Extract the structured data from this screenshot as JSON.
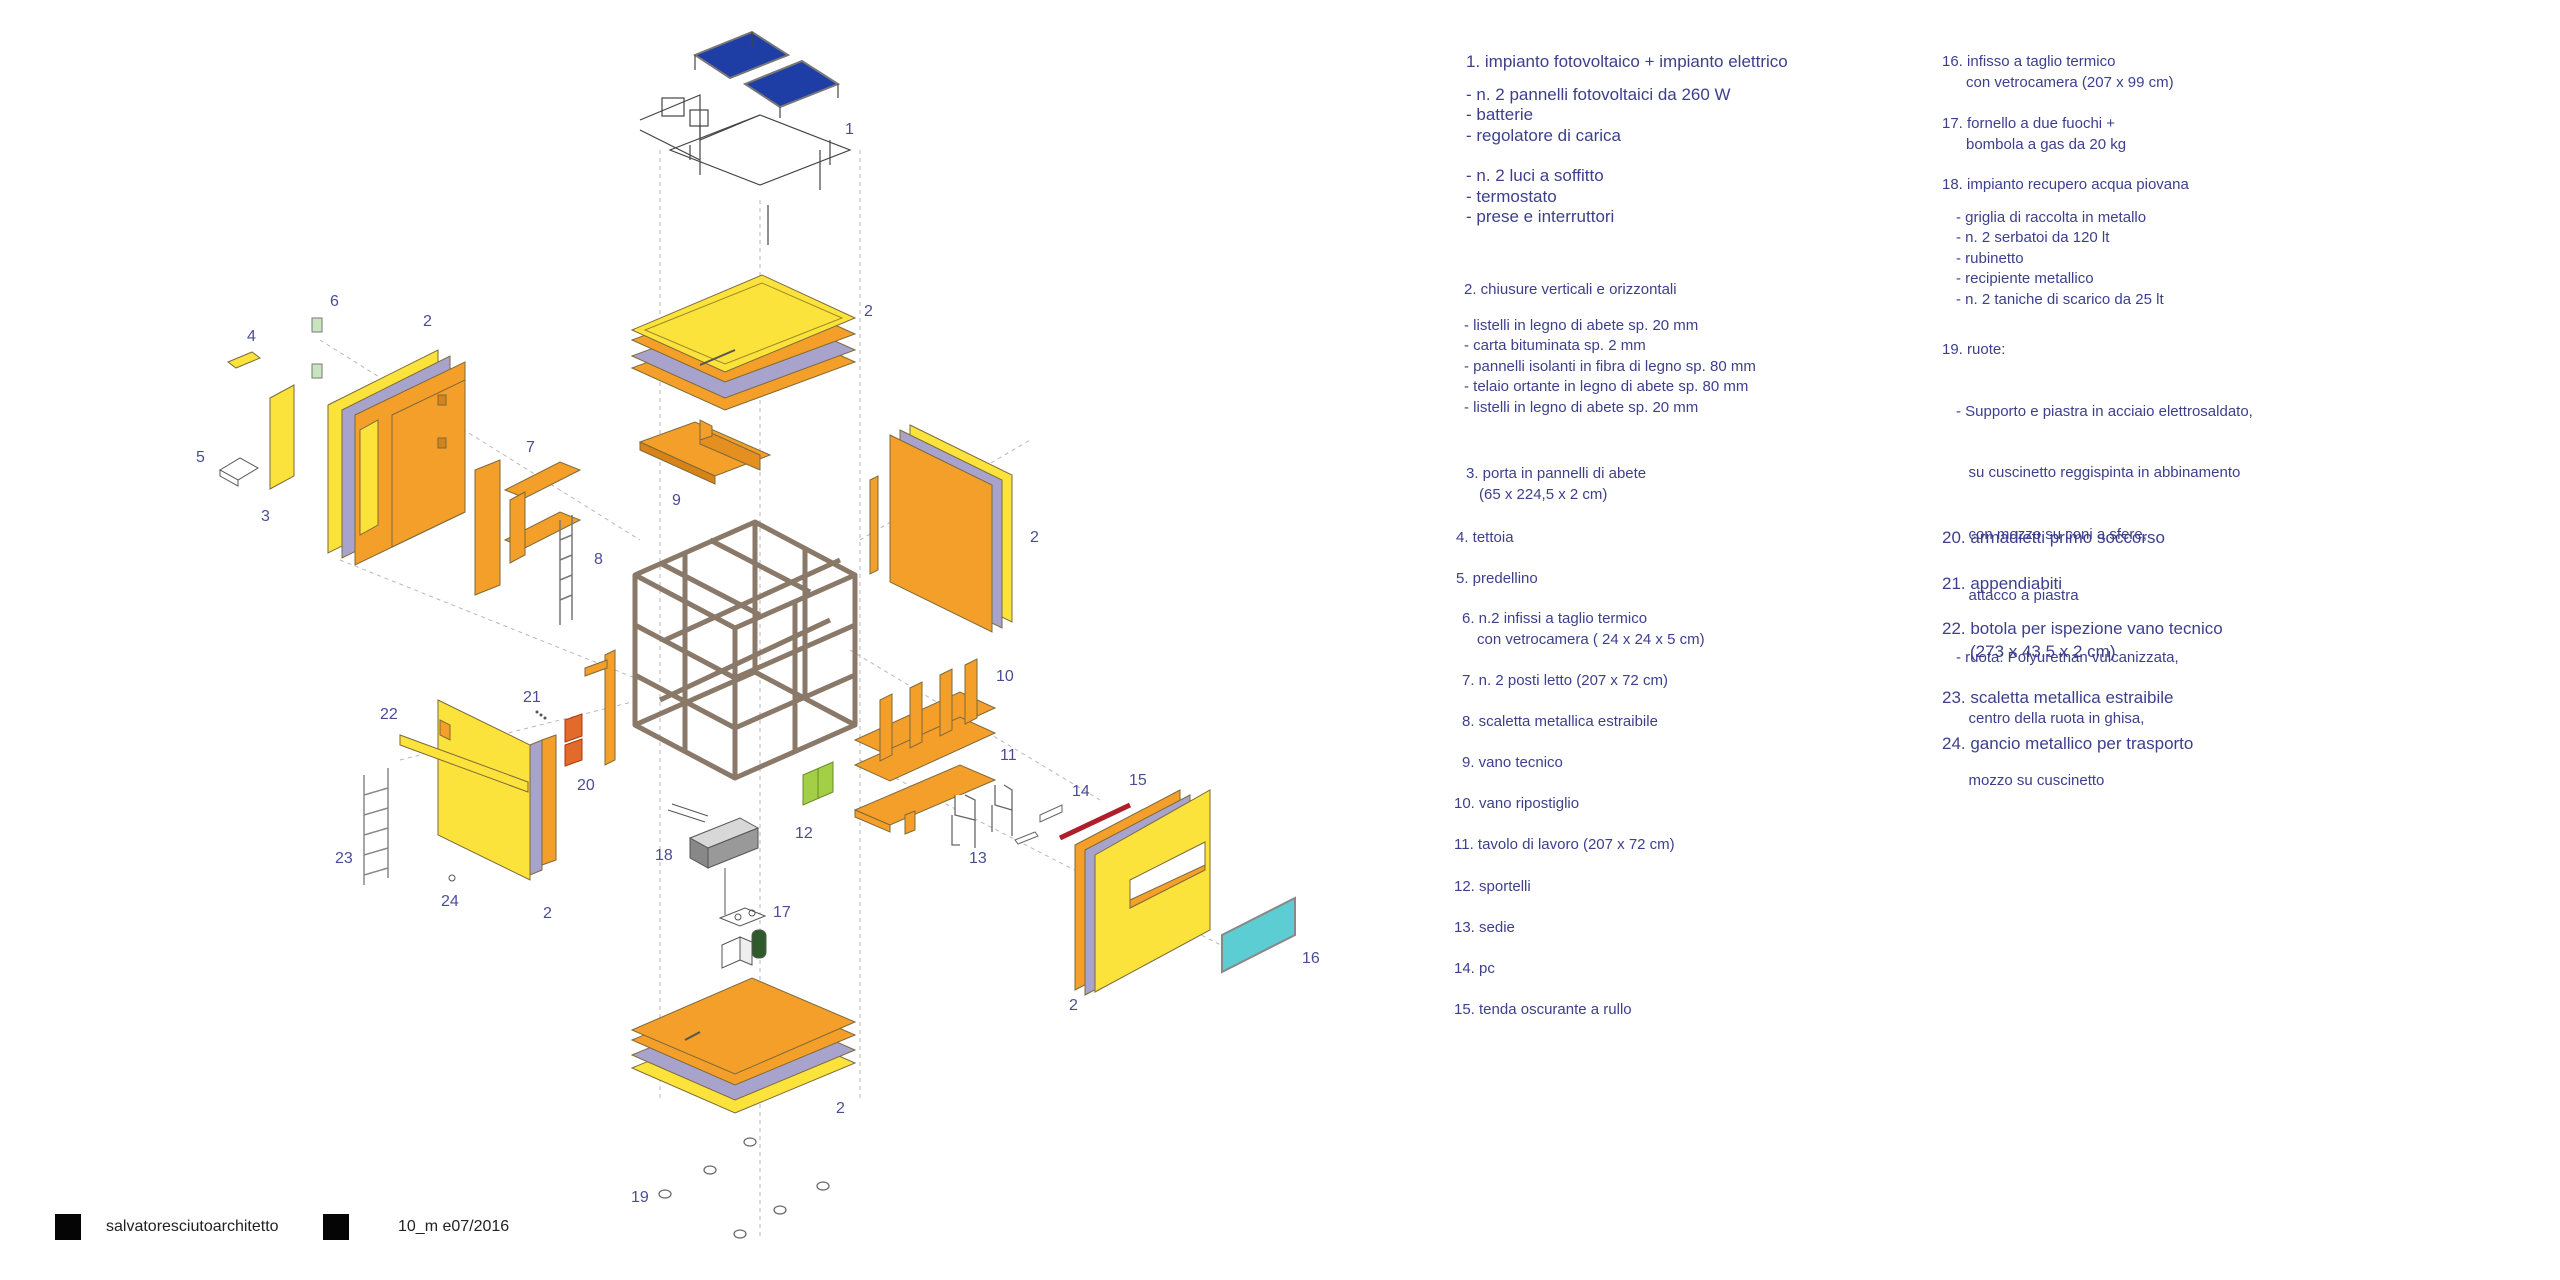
{
  "callouts": {
    "c1": "1",
    "c2a": "2",
    "c2b": "2",
    "c2c": "2",
    "c2d": "2",
    "c2e": "2",
    "c2f": "2",
    "c3": "3",
    "c4": "4",
    "c5": "5",
    "c6": "6",
    "c7": "7",
    "c8": "8",
    "c9": "9",
    "c10": "10",
    "c11": "11",
    "c12": "12",
    "c13": "13",
    "c14": "14",
    "c15": "15",
    "c16": "16",
    "c17": "17",
    "c18": "18",
    "c19": "19",
    "c20": "20",
    "c21": "21",
    "c22": "22",
    "c23": "23",
    "c24": "24"
  },
  "legend_left": [
    {
      "title": "1. impianto fotovoltaico + impianto elettrico",
      "lines": [
        "- n. 2 pannelli fotovoltaici da 260 W",
        "- batterie",
        "- regolatore di carica",
        "",
        "- n. 2 luci a soffitto",
        "- termostato",
        "- prese e interruttori"
      ]
    },
    {
      "title": "2. chiusure verticali e orizzontali",
      "lines": [
        "- listelli in legno di abete sp. 20 mm",
        "- carta bituminata sp. 2 mm",
        "- pannelli isolanti in fibra di legno sp. 80 mm",
        "- telaio ortante in legno di abete sp. 80 mm",
        "- listelli in legno di abete sp. 20 mm"
      ]
    },
    {
      "title": "3. porta in pannelli di abete",
      "lines": [
        "(65 x 224,5 x 2 cm)"
      ]
    },
    {
      "title": "4. tettoia",
      "lines": []
    },
    {
      "title": "5. predellino",
      "lines": []
    },
    {
      "title": "6. n.2 infissi a taglio termico",
      "lines": [
        "con vetrocamera ( 24 x 24 x 5 cm)"
      ]
    },
    {
      "title": "7. n. 2 posti letto (207 x 72 cm)",
      "lines": []
    },
    {
      "title": "8. scaletta metallica estraibile",
      "lines": []
    },
    {
      "title": "9. vano tecnico",
      "lines": []
    },
    {
      "title": "10. vano ripostiglio",
      "lines": []
    },
    {
      "title": "11. tavolo di lavoro (207 x 72 cm)",
      "lines": []
    },
    {
      "title": "12. sportelli",
      "lines": []
    },
    {
      "title": "13. sedie",
      "lines": []
    },
    {
      "title": "14. pc",
      "lines": []
    },
    {
      "title": "15. tenda oscurante a rullo",
      "lines": []
    }
  ],
  "legend_right": [
    {
      "title": "16. infisso a taglio termico",
      "lines": [
        "con vetrocamera (207 x 99 cm)"
      ]
    },
    {
      "title": "17. fornello a due fuochi +",
      "lines": [
        "bombola a gas da 20 kg"
      ]
    },
    {
      "title": "18. impianto recupero acqua piovana",
      "lines": [
        "-  griglia di raccolta in metallo",
        "- n. 2 serbatoi da 120 lt",
        "- rubinetto",
        "- recipiente metallico",
        "- n. 2 taniche di scarico da 25 lt"
      ]
    },
    {
      "title": "19. ruote:",
      "lines": [
        "- Supporto e piastra in acciaio elettrosaldato,",
        "   su cuscinetto reggispinta in abbinamento",
        "   con mozzo su coni a sfere,",
        "   attacco a piastra",
        "- ruota: Polyurethan vulcanizzata,",
        "   centro della ruota in ghisa,",
        "   mozzo su cuscinetto"
      ]
    },
    {
      "title": "20. armadietti primo soccorso",
      "lines": []
    },
    {
      "title": "21. appendiabiti",
      "lines": []
    },
    {
      "title": "22. botola per ispezione vano tecnico",
      "lines": [
        "(273 x 43,5 x 2 cm)"
      ]
    },
    {
      "title": "23. scaletta metallica estraibile",
      "lines": []
    },
    {
      "title": "24. gancio metallico per trasporto",
      "lines": []
    }
  ],
  "footer": {
    "author": "salvatoresciutoarchitetto",
    "code": "10_m  e07/2016"
  },
  "colors": {
    "orange": "#f39f2a",
    "yellow": "#fbe33c",
    "lavender": "#a8a3cc",
    "frame": "#8a7868",
    "text": "#4a4d96",
    "solar": "#1e3ea6",
    "teal": "#5ccdd2",
    "red": "#d9481c",
    "green": "#a3cf47"
  }
}
